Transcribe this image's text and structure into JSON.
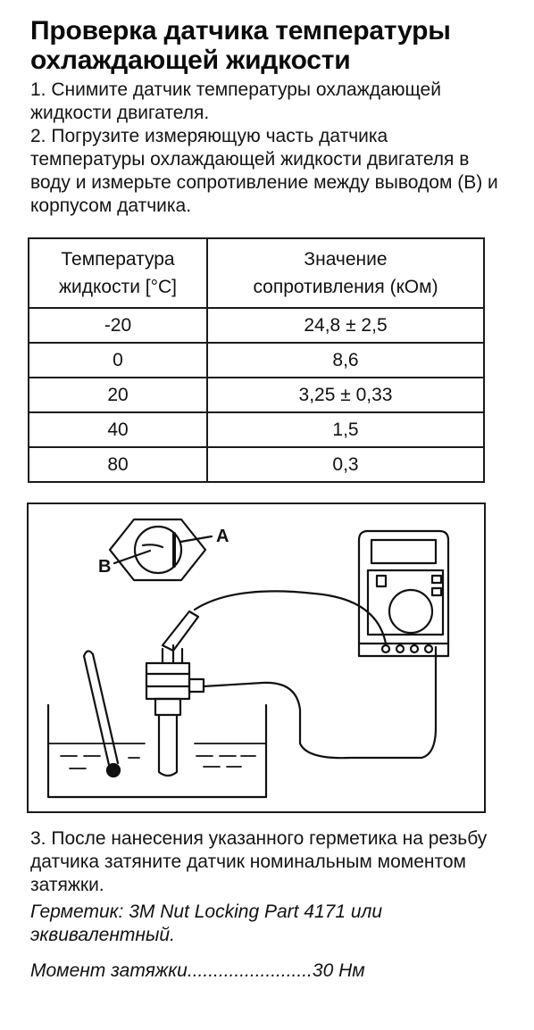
{
  "heading": "Проверка датчика температуры охлаждающей жидкости",
  "step1": "1. Снимите датчик температуры охлаждающей жидкости двигателя.",
  "step2": "2. Погрузите измеряющую часть датчика температуры охлаждающей жидкости двигателя в воду и измерьте сопротивление между выводом (В) и корпусом датчика.",
  "table": {
    "header_temp_line1": "Температура",
    "header_temp_line2": "жидкости [°С]",
    "header_res_line1": "Значение",
    "header_res_line2": "сопротивления (кОм)",
    "rows": [
      {
        "temp": "-20",
        "resistance": "24,8 ± 2,5"
      },
      {
        "temp": "0",
        "resistance": "8,6"
      },
      {
        "temp": "20",
        "resistance": "3,25 ± 0,33"
      },
      {
        "temp": "40",
        "resistance": "1,5"
      },
      {
        "temp": "80",
        "resistance": "0,3"
      }
    ]
  },
  "figure": {
    "label_a": "A",
    "label_b": "B"
  },
  "step3": "3. После нанесения указанного герметика на резьбу датчика затяните датчик номинальным моментом затяжки.",
  "sealant": "Герметик: 3M Nut Locking Part 4171 или эквивалентный.",
  "torque_label": "Момент затяжки",
  "torque_dots": "........................",
  "torque_value": "30 Нм"
}
